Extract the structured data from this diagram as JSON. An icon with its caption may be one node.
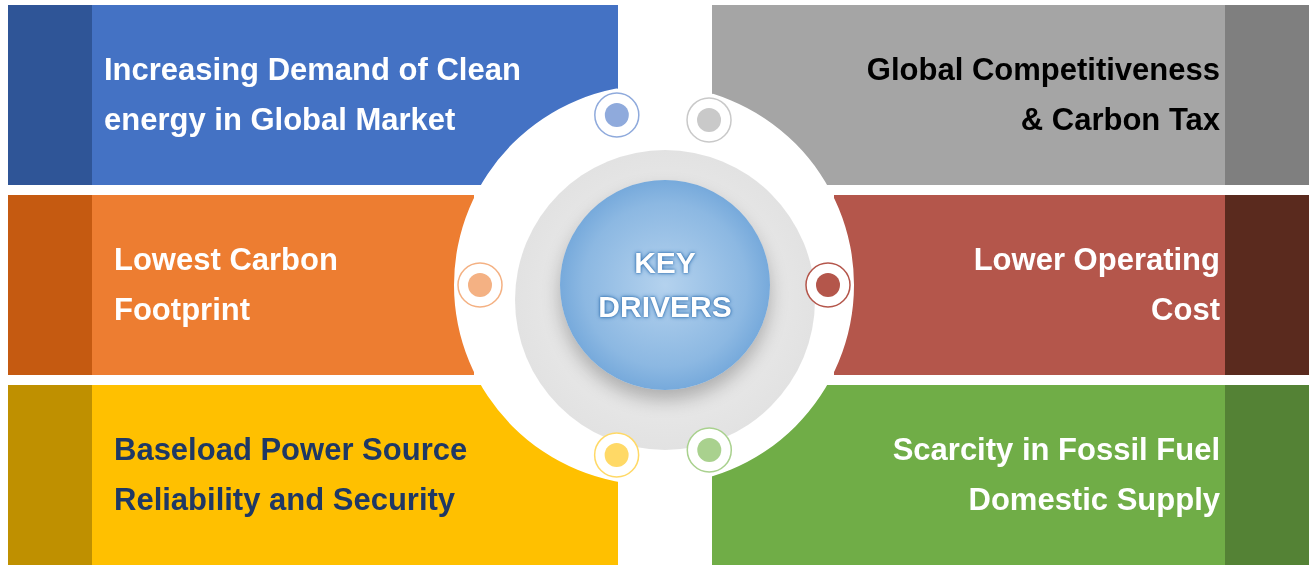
{
  "diagram": {
    "nodes": [
      {
        "text": [
          "Increasing Demand of Clean energy in Global Market"
        ]
      },
      {
        "text": [
          "Global Competitiveness & Carbon Tax"
        ]
      },
      {
        "text": [
          "Lowest Carbon Footprint"
        ]
      },
      {
        "text": [
          "Lower Operating Cost"
        ]
      },
      {
        "text": [
          "Baseload Power Source Reliability and Security"
        ]
      },
      {
        "text": [
          "Scarcity in Fossil Fuel Domestic Supply"
        ]
      },
      {
        "text": [
          "KEY DRIVERS"
        ]
      }
    ]
  }
}
